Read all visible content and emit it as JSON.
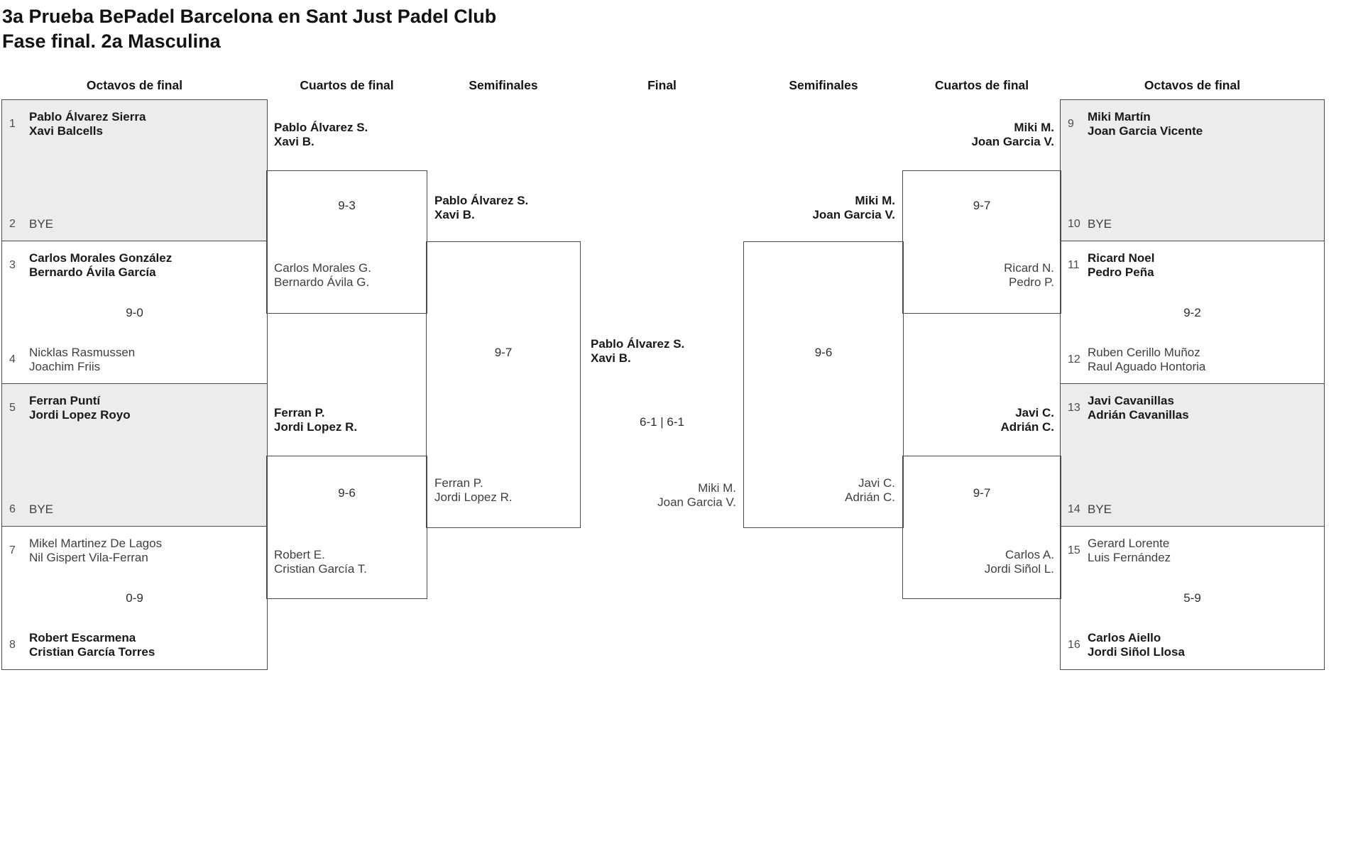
{
  "title": {
    "line1": "3a Prueba BePadel Barcelona en Sant Just Padel Club",
    "line2": "Fase final. 2a Masculina"
  },
  "rounds": {
    "octavos_left": "Octavos de final",
    "cuartos_left": "Cuartos de final",
    "semis_left": "Semifinales",
    "final": "Final",
    "semis_right": "Semifinales",
    "cuartos_right": "Cuartos de final",
    "octavos_right": "Octavos de final"
  },
  "o_left": [
    {
      "seed_a": "1",
      "a1": "Pablo Álvarez Sierra",
      "a2": "Xavi Balcells",
      "seed_b": "2",
      "b1": "BYE"
    },
    {
      "seed_a": "3",
      "a1": "Carlos Morales González",
      "a2": "Bernardo Ávila García",
      "score": "9-0",
      "seed_b": "4",
      "b1": "Nicklas Rasmussen",
      "b2": "Joachim Friis"
    },
    {
      "seed_a": "5",
      "a1": "Ferran Puntí",
      "a2": "Jordi Lopez Royo",
      "seed_b": "6",
      "b1": "BYE"
    },
    {
      "seed_a": "7",
      "a1": "Mikel Martinez De Lagos",
      "a2": "Nil Gispert Vila-Ferran",
      "score": "0-9",
      "seed_b": "8",
      "b1": "Robert Escarmena",
      "b2": "Cristian García Torres"
    }
  ],
  "o_right": [
    {
      "seed_a": "9",
      "a1": "Miki Martín",
      "a2": "Joan Garcia Vicente",
      "seed_b": "10",
      "b1": "BYE"
    },
    {
      "seed_a": "11",
      "a1": "Ricard Noel",
      "a2": "Pedro Peña",
      "score": "9-2",
      "seed_b": "12",
      "b1": "Ruben Cerillo Muñoz",
      "b2": "Raul Aguado Hontoria"
    },
    {
      "seed_a": "13",
      "a1": "Javi Cavanillas",
      "a2": "Adrián Cavanillas",
      "seed_b": "14",
      "b1": "BYE"
    },
    {
      "seed_a": "15",
      "a1": "Gerard Lorente",
      "a2": "Luis Fernández",
      "score": "5-9",
      "seed_b": "16",
      "b1": "Carlos Aiello",
      "b2": "Jordi Siñol Llosa"
    }
  ],
  "q_left": [
    {
      "w1": "Pablo Álvarez S.",
      "w2": "Xavi B.",
      "score": "9-3",
      "l1": "Carlos Morales G.",
      "l2": "Bernardo Ávila G."
    },
    {
      "w1": "Ferran P.",
      "w2": "Jordi Lopez R.",
      "score": "9-6",
      "l1": "Robert E.",
      "l2": "Cristian García T."
    }
  ],
  "q_right": [
    {
      "w1": "Miki M.",
      "w2": "Joan Garcia V.",
      "score": "9-7",
      "l1": "Ricard N.",
      "l2": "Pedro P."
    },
    {
      "w1": "Javi C.",
      "w2": "Adrián C.",
      "score": "9-7",
      "l1": "Carlos A.",
      "l2": "Jordi Siñol L."
    }
  ],
  "s_left": {
    "w1": "Pablo Álvarez S.",
    "w2": "Xavi B.",
    "score": "9-7",
    "l1": "Ferran P.",
    "l2": "Jordi Lopez R."
  },
  "s_right": {
    "w1": "Miki M.",
    "w2": "Joan Garcia V.",
    "score": "9-6",
    "l1": "Javi C.",
    "l2": "Adrián C."
  },
  "final": {
    "w1": "Pablo Álvarez S.",
    "w2": "Xavi B.",
    "score": "6-1 | 6-1",
    "l1": "Miki M.",
    "l2": "Joan Garcia V."
  },
  "colors": {
    "box_fill_gray": "#ececec",
    "line": "#4b4b4b",
    "winner_text": "#191919",
    "loser_text": "#3f3f3f"
  }
}
